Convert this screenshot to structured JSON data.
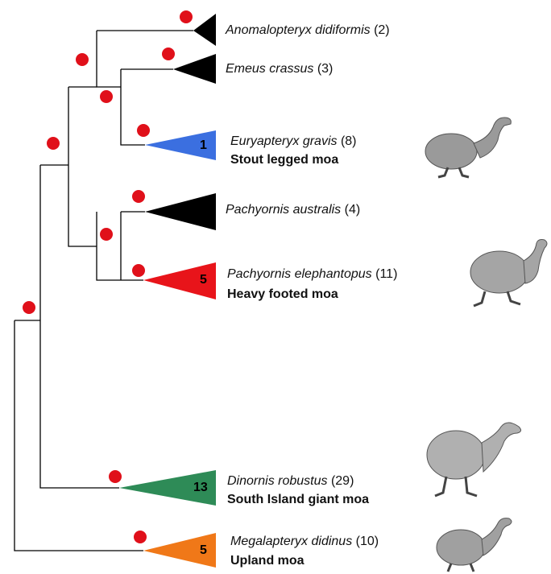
{
  "colors": {
    "branch": "#000000",
    "support_dot": "#e0101a",
    "clade_black": "#000000",
    "clade_blue": "#3b6fe0",
    "clade_red": "#e8141a",
    "clade_green": "#2e8b57",
    "clade_orange": "#f07818"
  },
  "clades": [
    {
      "id": "anomalopteryx",
      "species": "Anomalopteryx didiformis",
      "n": "(2)",
      "common_name": "",
      "count_label": "",
      "color_key": "clade_black"
    },
    {
      "id": "emeus",
      "species": "Emeus crassus",
      "n": "(3)",
      "common_name": "",
      "count_label": "",
      "color_key": "clade_black"
    },
    {
      "id": "euryapteryx",
      "species": "Euryapteryx gravis",
      "n": "(8)",
      "common_name": "Stout legged moa",
      "count_label": "1",
      "color_key": "clade_blue",
      "illustration": "moa-bird-icon"
    },
    {
      "id": "pachyornis-australis",
      "species": "Pachyornis australis",
      "n": "(4)",
      "common_name": "",
      "count_label": "",
      "color_key": "clade_black"
    },
    {
      "id": "pachyornis-elephantopus",
      "species": "Pachyornis elephantopus",
      "n": "(11)",
      "common_name": "Heavy footed moa",
      "count_label": "5",
      "color_key": "clade_red",
      "illustration": "moa-bird-icon"
    },
    {
      "id": "dinornis",
      "species": "Dinornis robustus",
      "n": "(29)",
      "common_name": "South Island giant moa",
      "count_label": "13",
      "color_key": "clade_green",
      "illustration": "moa-bird-icon"
    },
    {
      "id": "megalapteryx",
      "species": "Megalapteryx didinus",
      "n": "(10)",
      "common_name": "Upland moa",
      "count_label": "5",
      "color_key": "clade_orange",
      "illustration": "moa-bird-icon"
    }
  ],
  "support_markers": "red-dot-icon"
}
